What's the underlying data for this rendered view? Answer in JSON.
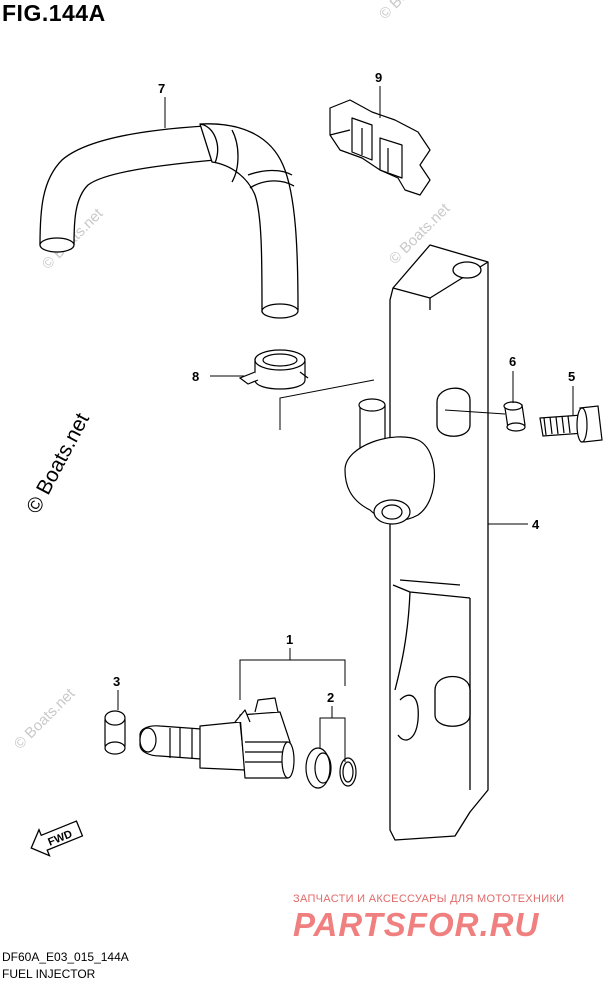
{
  "figure": {
    "title": "FIG.144A",
    "code": "DF60A_E03_015_144A",
    "name": "FUEL INJECTOR"
  },
  "callouts": {
    "c1": "1",
    "c2": "2",
    "c3": "3",
    "c4": "4",
    "c5": "5",
    "c6": "6",
    "c7": "7",
    "c8": "8",
    "c9": "9"
  },
  "direction_arrow": "FWD",
  "watermarks": {
    "main": "© Boats.net",
    "faint": "© Boats.net"
  },
  "shop": {
    "subtitle": "ЗАПЧАСТИ И АКСЕССУАРЫ ДЛЯ МОТОТЕХНИКИ",
    "logo": "PARTSFOR.RU"
  },
  "colors": {
    "line": "#000000",
    "watermark": "#c9c9c9",
    "shop": "#f08080"
  }
}
